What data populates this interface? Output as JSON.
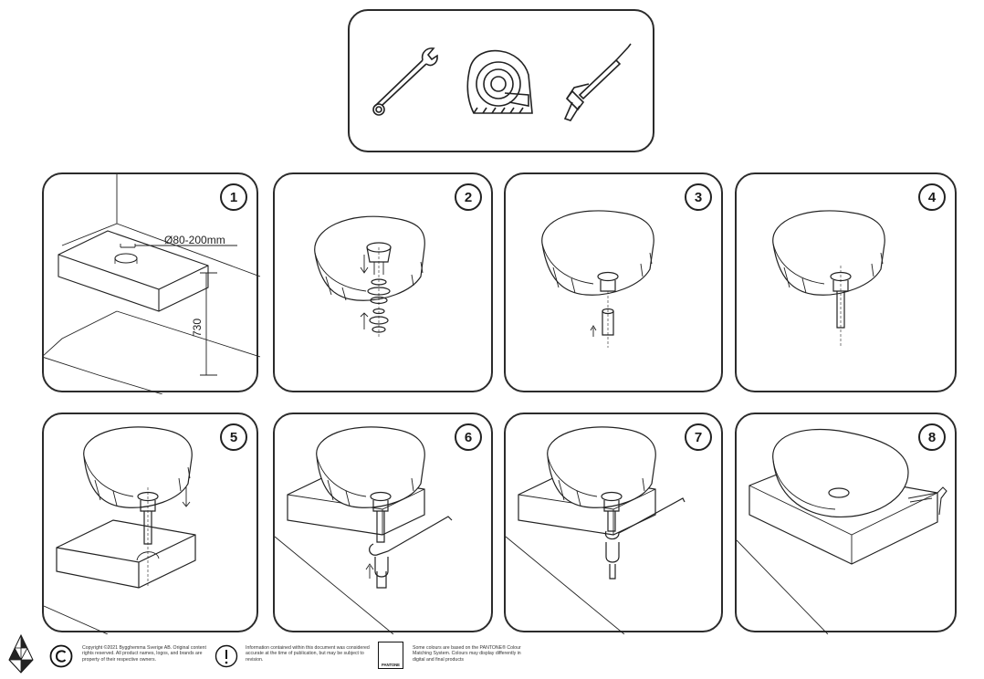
{
  "tools": [
    {
      "name": "wrench-icon"
    },
    {
      "name": "tape-measure-icon"
    },
    {
      "name": "caulking-gun-icon"
    }
  ],
  "steps": [
    {
      "number": "1",
      "dimension_label": "Ø80-200mm",
      "height_label": "730"
    },
    {
      "number": "2"
    },
    {
      "number": "3"
    },
    {
      "number": "4"
    },
    {
      "number": "5"
    },
    {
      "number": "6"
    },
    {
      "number": "7"
    },
    {
      "number": "8"
    }
  ],
  "footer": {
    "copyright": "Copyright ©2021 Bygghemma Sverige AB. Original content rights reserved. All product names, logos, and brands are property of their respective owners.",
    "info": "Information contained within this document was considered accurate at the time of publication, but may be subject to revision.",
    "pantone_logo": "PANTONE",
    "pantone_note": "Some colours are based on the PANTONE® Colour Matching System. Colours may display differently in digital and final products"
  }
}
